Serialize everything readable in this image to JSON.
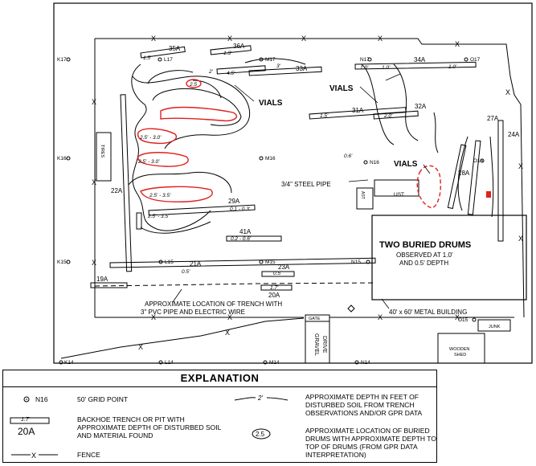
{
  "map": {
    "grid_points": {
      "k17": "K17",
      "l17": "L17",
      "m17": "M17",
      "n17": "N17",
      "o17": "O17",
      "k16": "K16",
      "m16": "M16",
      "n16": "N16",
      "o16": "O16",
      "k15": "K15",
      "l15": "L15",
      "m15": "M15",
      "n15": "N15",
      "o15": "O15",
      "l14": "L14",
      "m14": "M14",
      "n14": "N14",
      "k14": "K14"
    },
    "trenches": {
      "t35a": "35A",
      "t36a": "36A",
      "t33a": "33A",
      "t34a": "34A",
      "t31a": "31A",
      "t32a": "32A",
      "t27a": "27A",
      "t28a": "28A",
      "t29a": "29A",
      "t41a": "41A",
      "t21a": "21A",
      "t23a": "23A",
      "t20a": "20A",
      "t19a": "19A",
      "t22a": "22A",
      "t24a": "24A"
    },
    "depths": {
      "d15a": "1.5'",
      "d13": "1.3'",
      "d45": "4.5'",
      "d10a": "1.0'",
      "d10b": "1.0'",
      "d10c": "1.0'",
      "d25_1": "2.5",
      "d25_2": "2.5' - 3.0'",
      "d25_3": "2.5' - 3.0'",
      "d25_4": "2.5' - 3.5'",
      "d25_5": "2.5' - 3.5'",
      "d15b": "1.5'",
      "d20": "2.0'",
      "d02": "0.2 - 0.6'",
      "d01": "0.1 - 0.3'",
      "d05a": "0.5'",
      "d05b": "0.5'",
      "d06": "0.6'",
      "d17": "1.7'",
      "c2": "2'",
      "c3": "3'"
    },
    "labels": {
      "vials_1": "VIALS",
      "vials_2": "VIALS",
      "vials_3": "VIALS",
      "steel_pipe": "3/4\" STEEL PIPE",
      "drums_title": "TWO BURIED DRUMS",
      "drums_sub1": "OBSERVED AT 1.0'",
      "drums_sub2": "AND 0.5' DEPTH",
      "trench_note1": "APPROXIMATE LOCATION OF TRENCH WITH",
      "trench_note2": "3\" PVC PIPE AND ELECTRIC WIRE",
      "building": "40' x 60' METAL BUILDING",
      "gate": "GATE",
      "gravel": "GRAVEL",
      "drive": "DRIVE",
      "junk": "JUNK",
      "shed1": "WOODEN",
      "shed2": "SHED",
      "tires": "TIRES",
      "ust": "UST",
      "ast": "AST"
    },
    "fence_mark": "X",
    "colors": {
      "ink": "#000000",
      "red": "#e02020"
    }
  },
  "legend": {
    "title": "EXPLANATION",
    "grid_point_code": "N16",
    "grid_point_desc": "50' GRID POINT",
    "trench_depth": "1.7'",
    "trench_id": "20A",
    "trench_desc": "BACKHOE TRENCH OR PIT WITH APPROXIMATE DEPTH OF DISTURBED SOIL AND MATERIAL FOUND",
    "fence_mark": "X",
    "fence_desc": "FENCE",
    "contour_value": "2'",
    "contour_desc": "APPROXIMATE DEPTH IN FEET OF DISTURBED SOIL FROM TRENCH OBSERVATIONS AND/OR GPR DATA",
    "drum_value": "2.5",
    "drum_desc": "APPROXIMATE LOCATION OF BURIED DRUMS WITH APPROXIMATE DEPTH TO TOP OF DRUMS (FROM GPR DATA INTERPRETATION)"
  }
}
